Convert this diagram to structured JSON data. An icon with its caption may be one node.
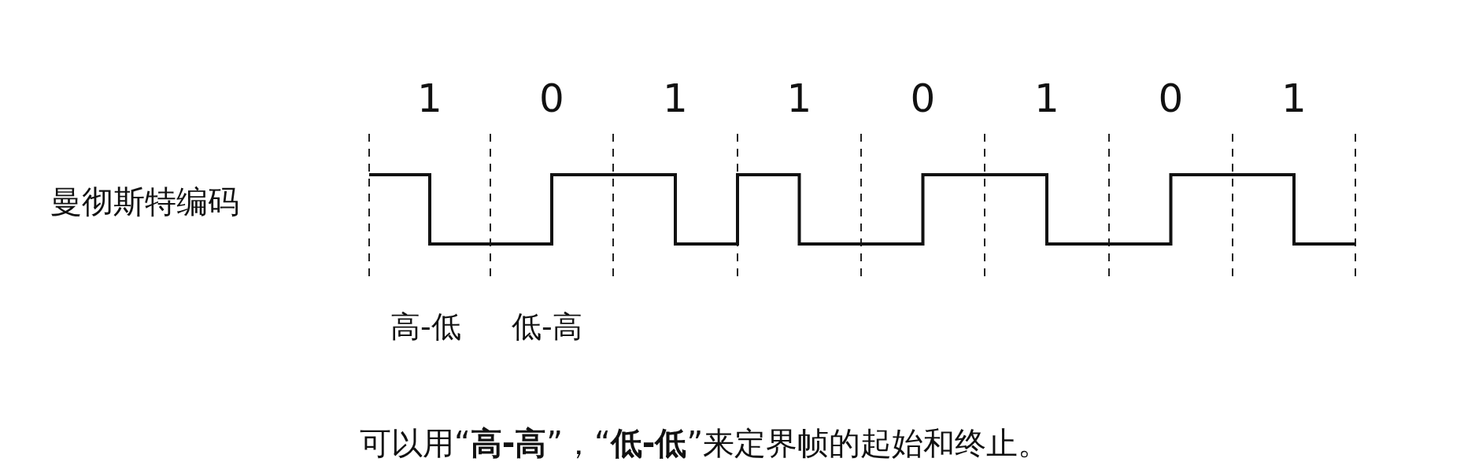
{
  "diagram": {
    "labels": [
      "1",
      "0",
      "1",
      "1",
      "0",
      "1",
      "0",
      "1",
      "曼彻斯特编码",
      "高-低",
      "低-高"
    ],
    "caption": "可以用“**高-高**”，“**低-低**”来定界帧的起始和终止。"
  }
}
